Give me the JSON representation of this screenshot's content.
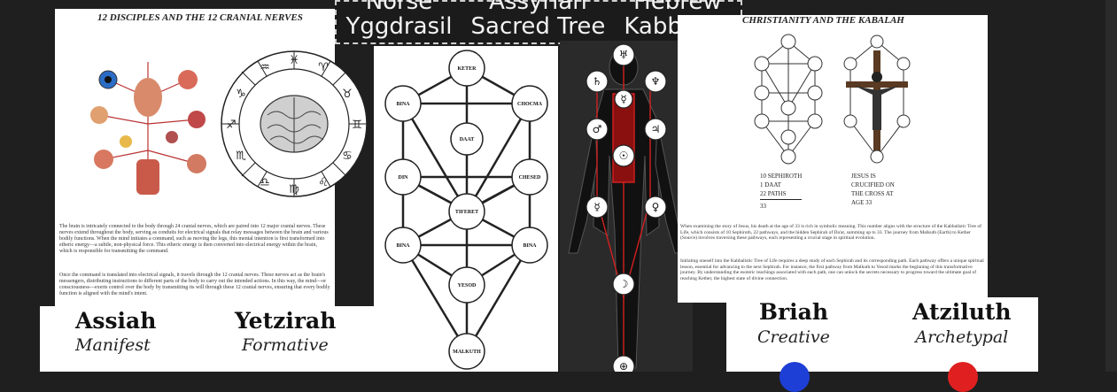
{
  "label_box": {
    "columns": [
      {
        "top": "Norse",
        "bottom": "Yggdrasil"
      },
      {
        "top": "Assyrian",
        "bottom": "Sacred Tree"
      },
      {
        "top": "Hebrew",
        "bottom": "Kabbalah"
      }
    ]
  },
  "left_panel": {
    "title": "12 DISCIPLES AND THE 12 CRANIAL NERVES",
    "paragraph1": "The brain is intricately connected to the body through 24 cranial nerves, which are paired into 12 major cranial nerves. These nerves extend throughout the body, serving as conduits for electrical signals that relay messages between the brain and various bodily functions. When the mind initiates a command, such as moving the legs, this mental intention is first transformed into etheric energy—a subtle, non-physical force. This etheric energy is then converted into electrical energy within the brain, which is responsible for transmitting the command.",
    "paragraph2": "Once the command is translated into electrical signals, it travels through the 12 cranial nerves. These nerves act as the brain's messengers, distributing instructions to different parts of the body to carry out the intended actions. In this way, the mind—or consciousness—exerts control over the body by transmitting its will through these 12 cranial nerves, ensuring that every bodily function is aligned with the mind's intent."
  },
  "tree": {
    "nodes": [
      "KETER",
      "BINA",
      "CHOCMA",
      "DAAT",
      "DIN",
      "CHESED",
      "TIFERET",
      "BINA",
      "BINA",
      "YESOD",
      "MALKUTH"
    ]
  },
  "right_panel": {
    "title": "CHRISTIANITY AND THE KABALAH",
    "caption_left": [
      "10 SEPHIROTH",
      "1 DAAT",
      "22 PATHS",
      "33"
    ],
    "caption_right": [
      "JESUS IS",
      "CRUCIFIED ON",
      "THE CROSS AT",
      "AGE 33"
    ],
    "paragraph1": "When examining the story of Jesus, his death at the age of 33 is rich in symbolic meaning. This number aligns with the structure of the Kabbalistic Tree of Life, which consists of 10 Sephiroth, 22 pathways, and the hidden Sephirah of Da'at, summing up to 33. The journey from Malkuth (Earth) to Kether (Source) involves traversing these pathways, each representing a crucial stage in spiritual evolution.",
    "paragraph2": "Initiating oneself into the Kabbalistic Tree of Life requires a deep study of each Sephirah and its corresponding path. Each pathway offers a unique spiritual lesson, essential for advancing to the next Sephirah. For instance, the first pathway from Malkuth to Yesod marks the beginning of this transformative journey. By understanding the esoteric teachings associated with each path, one can unlock the secrets necessary to progress toward the ultimate goal of reaching Kether, the highest state of divine connection."
  },
  "bottom_labels": {
    "assiah": {
      "title": "Assiah",
      "sub": "Manifest"
    },
    "yetzirah": {
      "title": "Yetzirah",
      "sub": "Formative"
    },
    "briah": {
      "title": "Briah",
      "sub": "Creative"
    },
    "atziluth": {
      "title": "Atziluth",
      "sub": "Archetypal"
    }
  },
  "icons": {
    "zodiac_wheel": "zodiac-wheel-icon",
    "brain": "brain-icon",
    "anatomy_figure": "anatomy-figure-icon",
    "tree_of_life_small": "tree-of-life-icon",
    "crucifix": "crucifix-icon"
  },
  "colors": {
    "background": "#1f1f1f",
    "dot_blue": "#1d3fd6",
    "dot_red": "#e02020"
  }
}
